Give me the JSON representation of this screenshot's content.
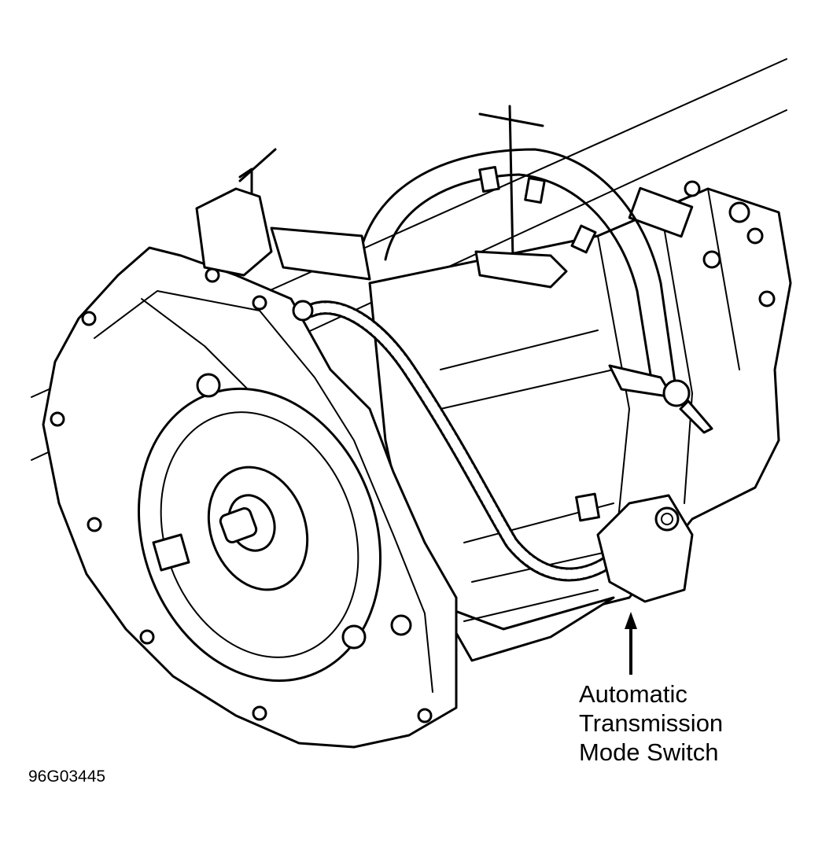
{
  "callout": {
    "lines": [
      "Automatic",
      "Transmission",
      "Mode Switch"
    ]
  },
  "figure_id": "96G03445",
  "colors": {
    "ink": "#000000",
    "paper": "#ffffff"
  }
}
